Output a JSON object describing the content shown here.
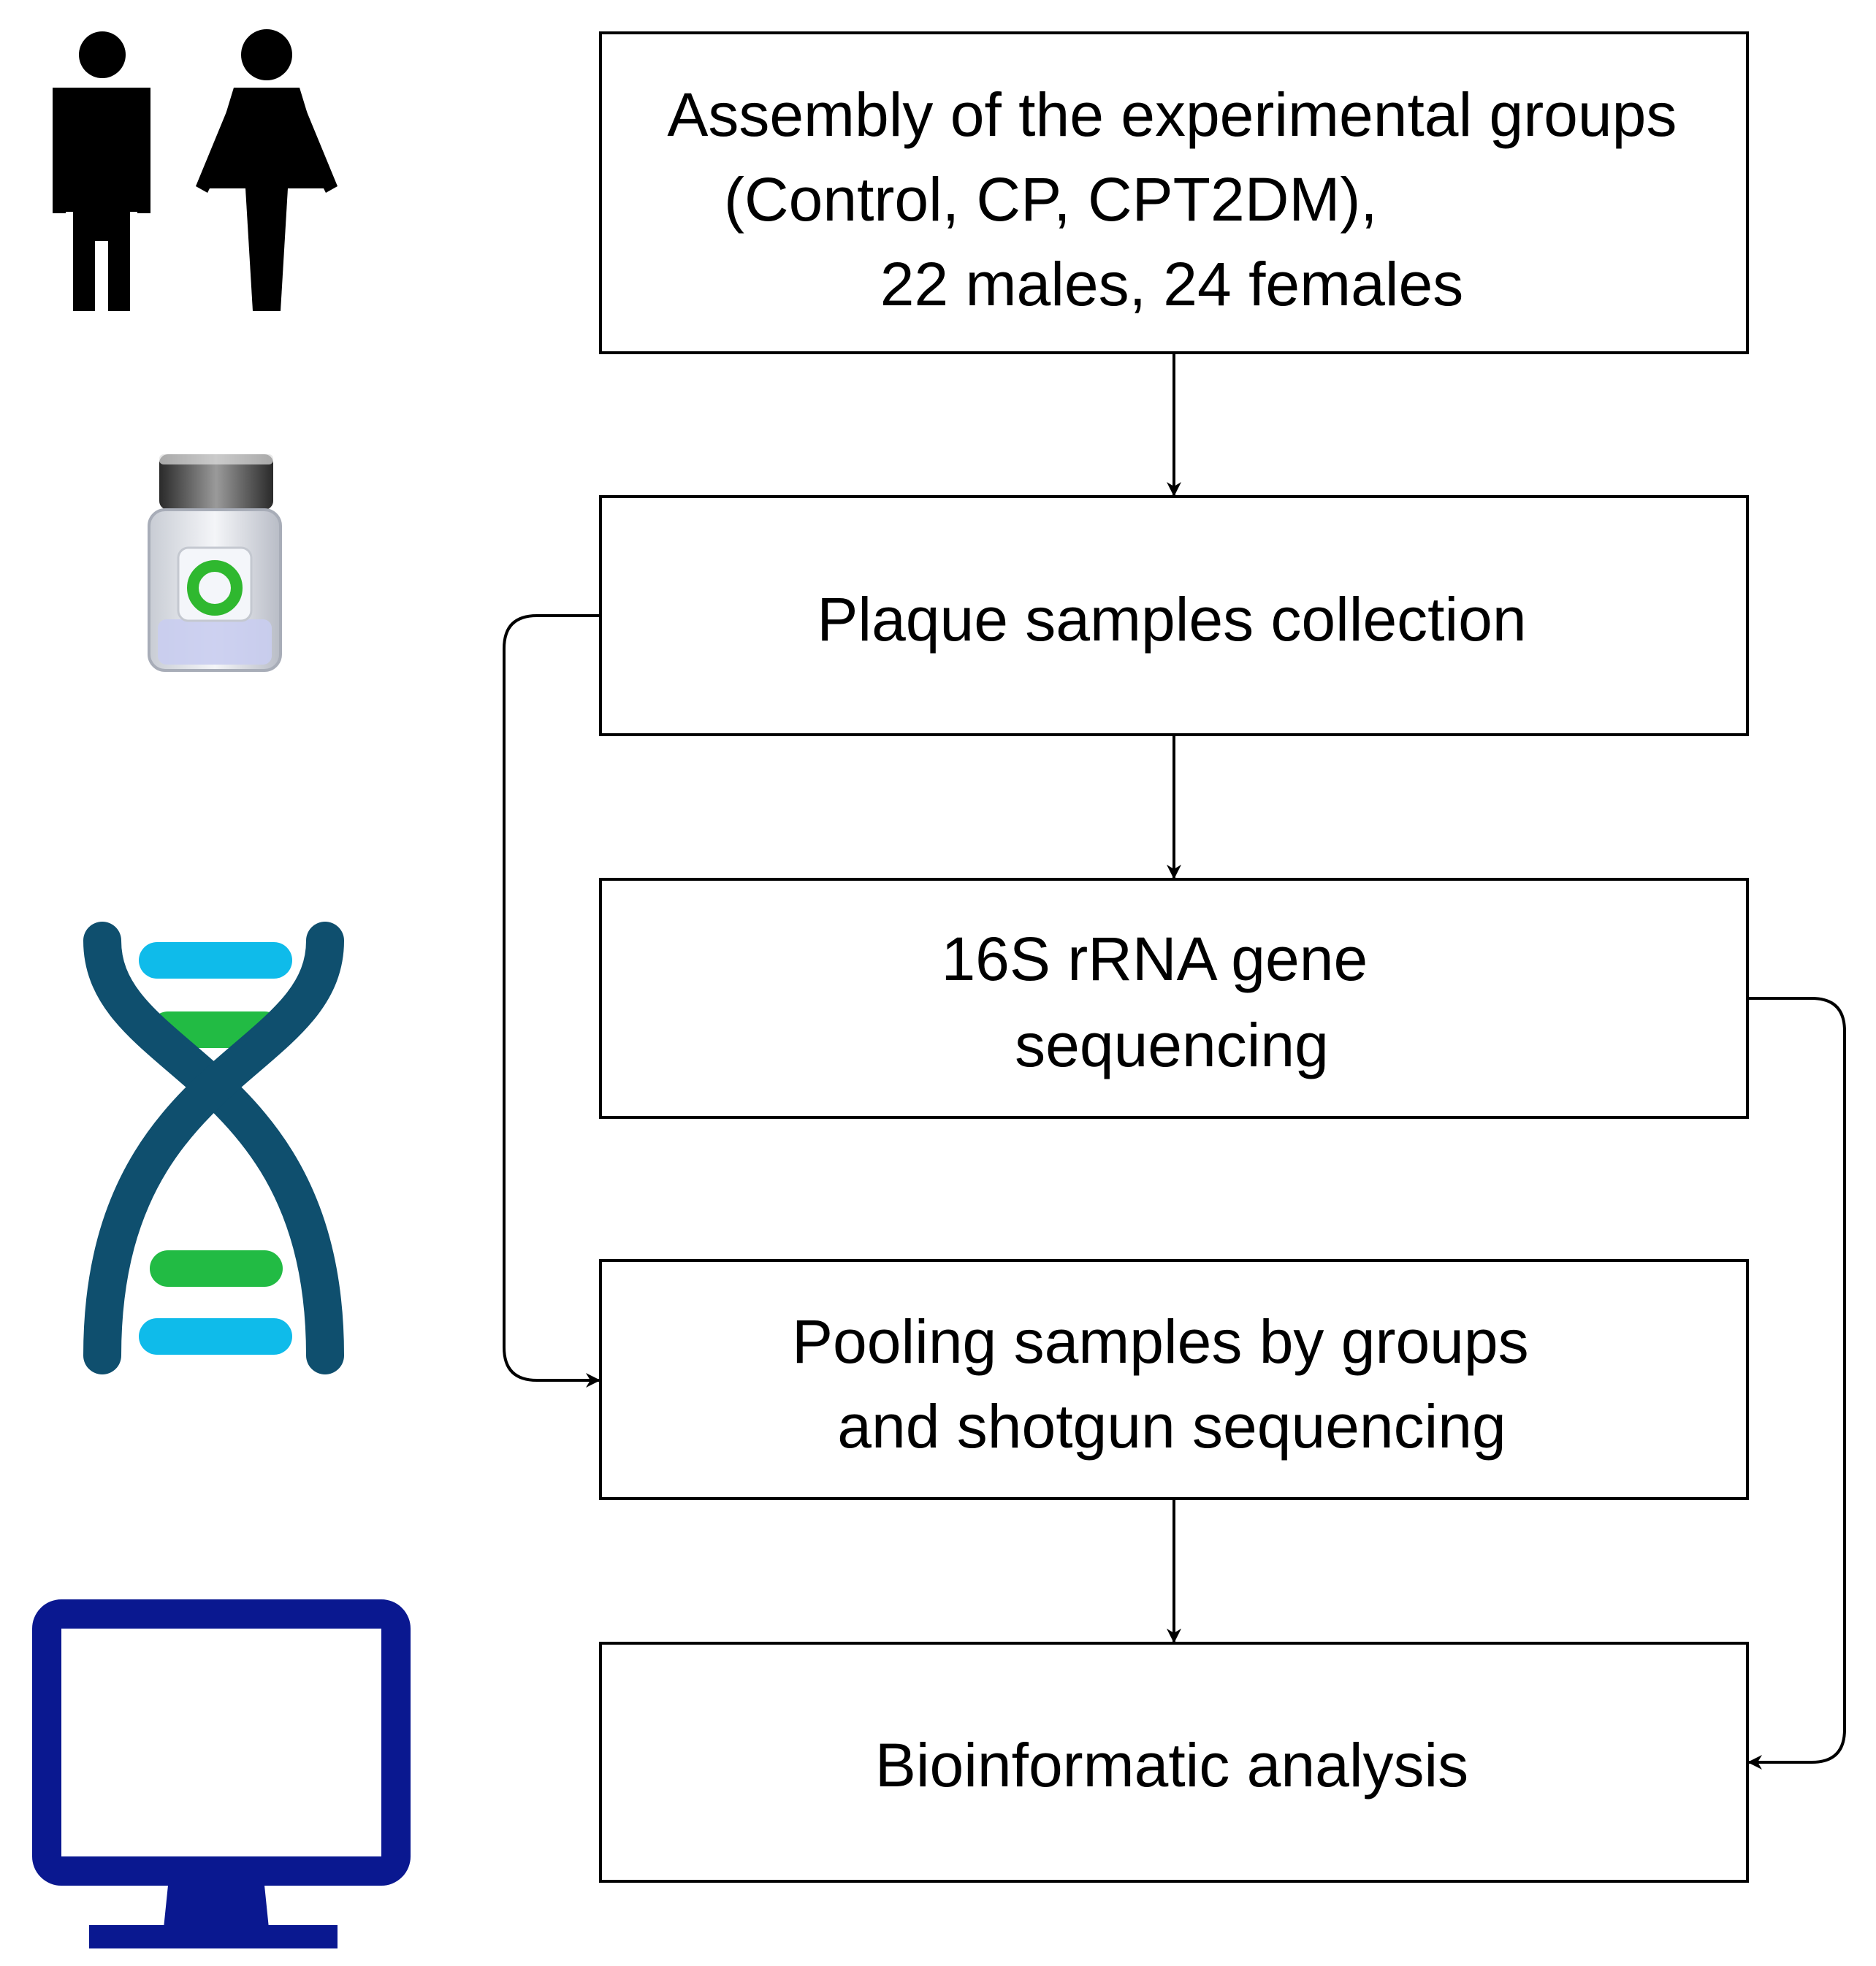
{
  "boxes": [
    {
      "id": "assembly",
      "lines": [
        "Assembly of the experimental groups",
        "(Control, CP, CPT2DM),",
        "22 males, 24 females"
      ]
    },
    {
      "id": "plaque",
      "lines": [
        "Plaque samples collection"
      ]
    },
    {
      "id": "sequencing16s",
      "lines": [
        "16S rRNA gene",
        "sequencing"
      ]
    },
    {
      "id": "pooling",
      "lines": [
        "Pooling samples by groups",
        "and shotgun sequencing"
      ]
    },
    {
      "id": "bioinformatic",
      "lines": [
        "Bioinformatic analysis"
      ]
    }
  ],
  "icons": [
    {
      "name": "people-icon",
      "meaning": "male and female figures"
    },
    {
      "name": "sample-vial-icon",
      "meaning": "sample container"
    },
    {
      "name": "dna-icon",
      "meaning": "DNA double helix"
    },
    {
      "name": "computer-monitor-icon",
      "meaning": "computer monitor"
    }
  ],
  "colors": {
    "dna_strand": "#0f4f6e",
    "dna_rung_blue": "#0fbbea",
    "dna_rung_green": "#22bb44",
    "monitor": "#0a1890",
    "vial_ring": "#2fb82f"
  }
}
